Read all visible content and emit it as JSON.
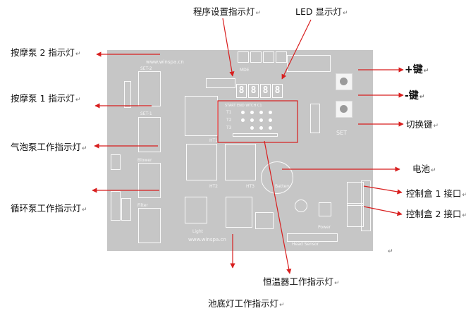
{
  "callouts": {
    "program_indicator": "程序设置指示灯",
    "led_display": "LED 显示灯",
    "massage_pump_2": "按摩泵 2 指示灯",
    "massage_pump_1": "按摩泵 1 指示灯",
    "bubble_pump": "气泡泵工作指示灯",
    "circulation_pump": "循环泵工作指示灯",
    "heater_indicator": "恒温器工作指示灯",
    "pool_light": "池底灯工作指示灯",
    "plus_key": "+键",
    "minus_key": "-键",
    "switch_key": "切换键",
    "battery": "电池",
    "control_box_1": "控制盒 1 接口",
    "control_box_2": "控制盒 2 接口"
  },
  "return_mark": "↵",
  "board": {
    "url_top": "www.winspa.cn",
    "url_bottom": "www.winspa.cn",
    "digits": [
      "8",
      "8",
      "8",
      "8"
    ],
    "silk": {
      "set2": "SET-2",
      "set1": "SET-1",
      "blower": "Blower",
      "filter": "Filter",
      "light": "Light",
      "ht1": "HT1",
      "ht2": "HT2",
      "ht3": "HT3",
      "led_header": "START END WTCH C1",
      "t1": "T1",
      "t2": "T2",
      "t3": "T3",
      "set_key": "SET",
      "battery": "Battery",
      "power": "Power",
      "mode": "MDE",
      "bottom_conn": "Head Sensor"
    }
  },
  "colors": {
    "arrow": "#d81e1e",
    "board": "#c6c6c6"
  }
}
